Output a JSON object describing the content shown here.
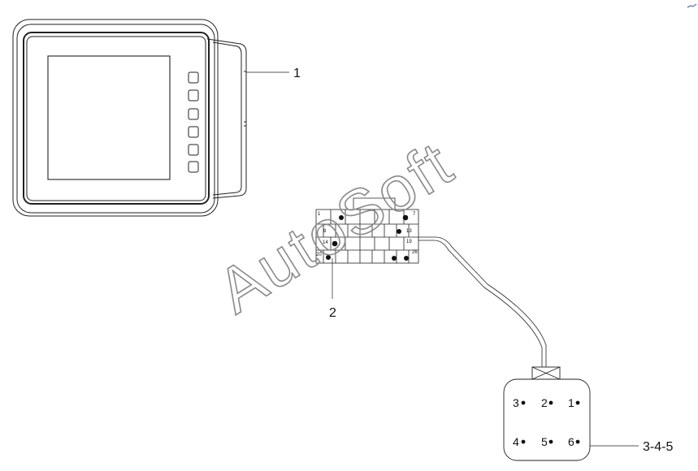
{
  "callouts": {
    "display_unit": "1",
    "connector_block": "2",
    "round_connector": "3-4-5"
  },
  "connector_block": {
    "pin_labels": {
      "p1": "1",
      "p7": "7",
      "p8": "8",
      "p13": "13",
      "p14": "14",
      "p19": "19",
      "p20": "20",
      "p26": "26"
    }
  },
  "round_connector": {
    "pins": [
      "3",
      "2",
      "1",
      "4",
      "5",
      "6"
    ]
  },
  "watermark": "AutoSoft",
  "colors": {
    "line": "#222222",
    "watermark": "#8a8a8a"
  }
}
